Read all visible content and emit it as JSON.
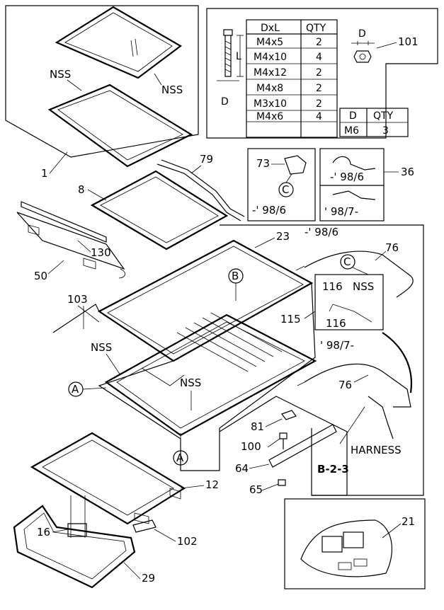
{
  "callouts": {
    "nss_top_left": "NSS",
    "nss_top_right": "NSS",
    "p1": "1",
    "p8": "8",
    "p79": "79",
    "p130": "130",
    "p50": "50",
    "p23": "23",
    "p103": "103",
    "p115": "115",
    "nss_frame_left": "NSS",
    "nss_frame_center": "NSS",
    "p76_top": "76",
    "p76_bottom": "76",
    "p81": "81",
    "p100": "100",
    "p64": "64",
    "p65": "65",
    "p12": "12",
    "p16": "16",
    "p102": "102",
    "p29": "29",
    "p21": "21",
    "p101": "101",
    "p73": "73",
    "p36": "36",
    "harness": "HARNESS",
    "ref_b23": "B-2-3"
  },
  "circles": {
    "a": "A",
    "b": "B",
    "c": "C"
  },
  "serials": {
    "s73": "-' 98/6",
    "s36_top": "-' 98/6",
    "s36_bottom": "' 98/7-",
    "main_early": "-' 98/6",
    "main_late": "' 98/7-"
  },
  "inset116": {
    "top": "116",
    "nss": "NSS",
    "bottom": "116"
  },
  "bolt_table": {
    "headers": [
      "DxL",
      "QTY"
    ],
    "rows": [
      [
        "M4x5",
        "2"
      ],
      [
        "M4x10",
        "4"
      ],
      [
        "M4x12",
        "2"
      ],
      [
        "M4x8",
        "2"
      ],
      [
        "M3x10",
        "2"
      ],
      [
        "M4x6",
        "4"
      ],
      [
        "",
        ""
      ]
    ],
    "dim_d": "D",
    "dim_l": "L"
  },
  "nut_table": {
    "headers": [
      "D",
      "QTY"
    ],
    "rows": [
      [
        "M6",
        "3"
      ]
    ],
    "dim_d": "D"
  }
}
